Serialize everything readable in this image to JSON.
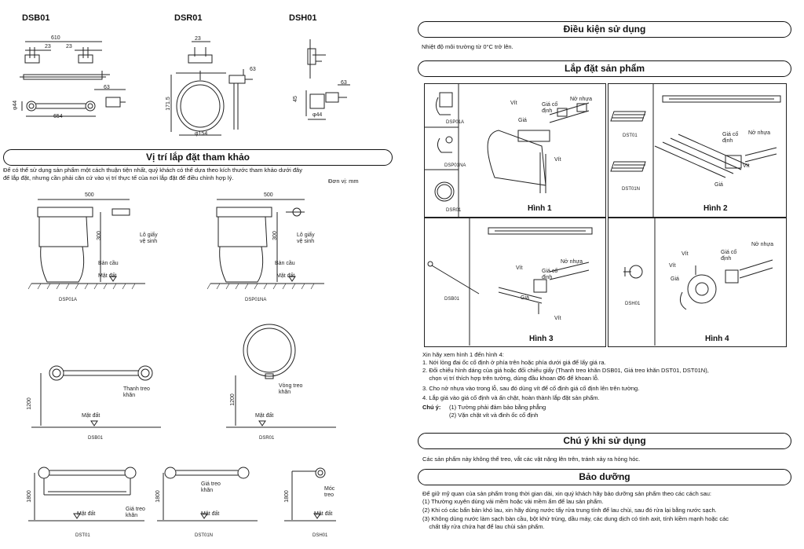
{
  "left": {
    "models": [
      "DSB01",
      "DSR01",
      "DSH01"
    ],
    "dims": {
      "dsb01_top": [
        "610",
        "23",
        "23"
      ],
      "dsb01_side": "63",
      "dsb01_front": [
        "φ44",
        "654"
      ],
      "dsr01_top": "23",
      "dsr01_front": [
        "171.5",
        "φ154"
      ],
      "dsr01_side": "63",
      "dsh01_side": "63",
      "dsh01_front": [
        "45",
        "φ44"
      ]
    },
    "install_heading": "Vị trí lắp đặt tham khảo",
    "install_text_1": "Để có thể sử dụng sản phẩm một cách thuận tiện nhất, quý khách có thể dựa theo kích thước tham khảo dưới đây",
    "install_text_2": "để lắp đặt, nhưng cần phải căn cứ vào vị trí thực tế của nơi lắp đặt để điều chỉnh hợp lý.",
    "unit": "Đơn vị: mm",
    "diagrams": [
      {
        "dim": "500",
        "dim2": "300",
        "label_holder": "Lô giấy\nvệ sinh",
        "label_toilet": "Bàn cầu",
        "floor": "Mặt đất",
        "code": "DSP01A"
      },
      {
        "dim": "500",
        "dim2": "300",
        "label_holder": "Lô giấy\nvệ sinh",
        "label_toilet": "Bàn cầu",
        "floor": "Mặt đất",
        "code": "DSP01NA"
      },
      {
        "dim": "1200",
        "label": "Thanh treo\nkhăn",
        "floor": "Mặt đất",
        "code": "DSB01"
      },
      {
        "dim": "1200",
        "label": "Vòng treo\nkhăn",
        "floor": "Mặt đất",
        "code": "DSR01"
      },
      {
        "dim": "1800",
        "label": "Giá treo\nkhăn",
        "floor": "Mặt đất",
        "code": "DST01"
      },
      {
        "dim": "1800",
        "label": "Giá treo\nkhăn",
        "floor": "Mặt đất",
        "code": "DST01N"
      },
      {
        "dim": "1800",
        "label": "Móc\ntreo",
        "floor": "Mặt đất",
        "code": "DSH01"
      }
    ]
  },
  "right": {
    "cond_heading": "Điều kiện sử dụng",
    "cond_text": "Nhiệt độ môi trường từ 0°C trở lên.",
    "install_heading": "Lắp đặt sản phẩm",
    "figure_labels": {
      "vit": "Vít",
      "gia_co_dinh": "Giá cố\nđịnh",
      "no_nhua": "Nở nhựa",
      "gia": "Giá"
    },
    "fig1_codes": [
      "DSP01A",
      "DSP01NA",
      "DSR01"
    ],
    "fig2_codes": [
      "DST01",
      "DST01N"
    ],
    "fig3_code": "DSB01",
    "fig4_code": "DSH01",
    "figures": [
      "Hình 1",
      "Hình 2",
      "Hình 3",
      "Hình 4"
    ],
    "steps": [
      "Xin hãy xem hình 1 đến hình 4:",
      "1. Nới lỏng đai ốc cố định ở phía trên hoặc phía dưới giá để lấy giá ra.",
      "2. Đối chiếu hình dáng của giá  hoặc đối chiếu giấy (Thanh treo khăn DSB01, Giá treo khăn DST01, DST01N),",
      "    chọn vị trí thích hợp trên tường, dùng đầu khoan Ø6 để khoan lỗ.",
      "3. Cho nở nhựa vào trong lỗ, sau đó dùng vít để cố định giá cố định lên trên tường.",
      "4. Lắp giá vào giá cố định và ấn chặt, hoàn thành lắp đặt sản phẩm."
    ],
    "note_label": "Chú ý:",
    "notes": [
      "(1) Tường phải đảm bảo bằng phẳng",
      "(2) Vặn chặt vít và đinh ốc cố định"
    ],
    "caution_heading": "Chú ý khi sử dụng",
    "caution_text": "Các sản phẩm này không thể treo, vắt các vật nặng lên trên, tránh xảy ra hỏng hóc.",
    "maint_heading": "Bảo dưỡng",
    "maint_lines": [
      "Để giữ mỹ quan của sản phẩm trong thời gian dài, xin quý khách hãy bảo dưỡng sản phẩm theo các cách sau:",
      "(1) Thường xuyên dùng vải mềm hoặc vải mềm ẩm để lau sản phẩm.",
      "(2) Khi có các bẩn bản khó lau, xin hãy dùng nước tẩy rửa trung tính để lau chùi, sau đó rửa lại bằng nước sạch.",
      "(3) Không dùng nước làm sạch bàn cầu, bột khử trùng, dầu máy, các dung dịch có tính axit, tính kiềm mạnh hoặc các",
      "    chất tẩy rửa chứa hạt để lau chùi sản phẩm."
    ]
  }
}
